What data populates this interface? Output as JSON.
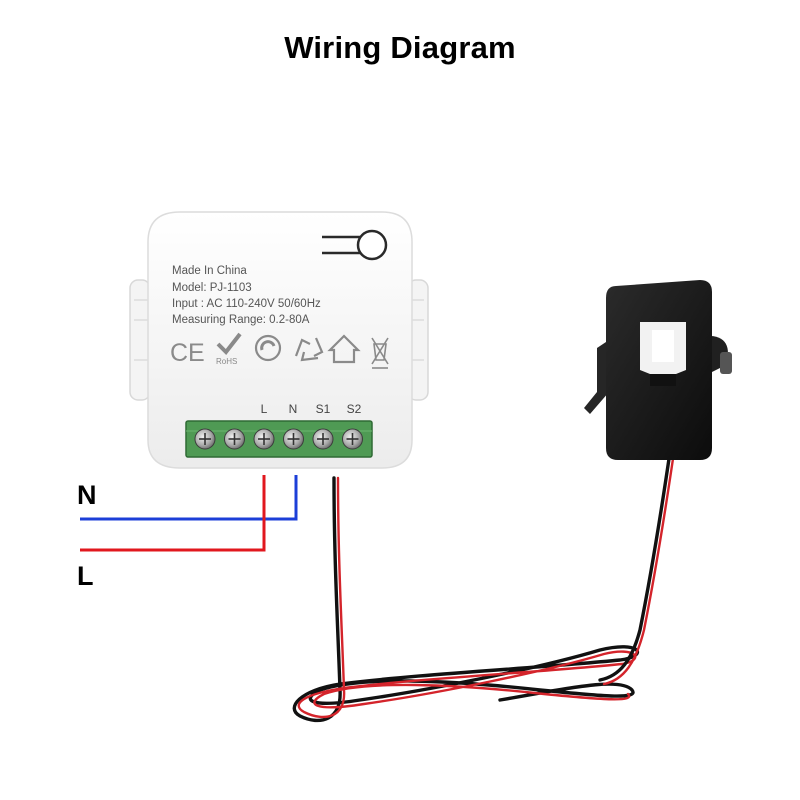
{
  "title": "Wiring Diagram",
  "wire_labels": {
    "neutral": "N",
    "live": "L"
  },
  "device": {
    "lines": [
      "Made In China",
      "Model: PJ-1103",
      "Input : AC 110-240V 50/60Hz",
      "Measuring Range: 0.2-80A"
    ],
    "cert_icons": [
      "ce-mark-icon",
      "rohs-check-icon",
      "recycle-circle-icon",
      "recycle-arrows-icon",
      "house-icon",
      "weee-bin-icon"
    ],
    "rohs_text": "RoHS",
    "ce_text": "CE",
    "terminals": [
      "L",
      "N",
      "S1",
      "S2"
    ],
    "screw_count": 6
  },
  "colors": {
    "neutral_wire": "#1c3fd8",
    "live_wire": "#e1171e",
    "terminal_block": "#4f9a54",
    "clamp_body": "#1a1a1a"
  }
}
